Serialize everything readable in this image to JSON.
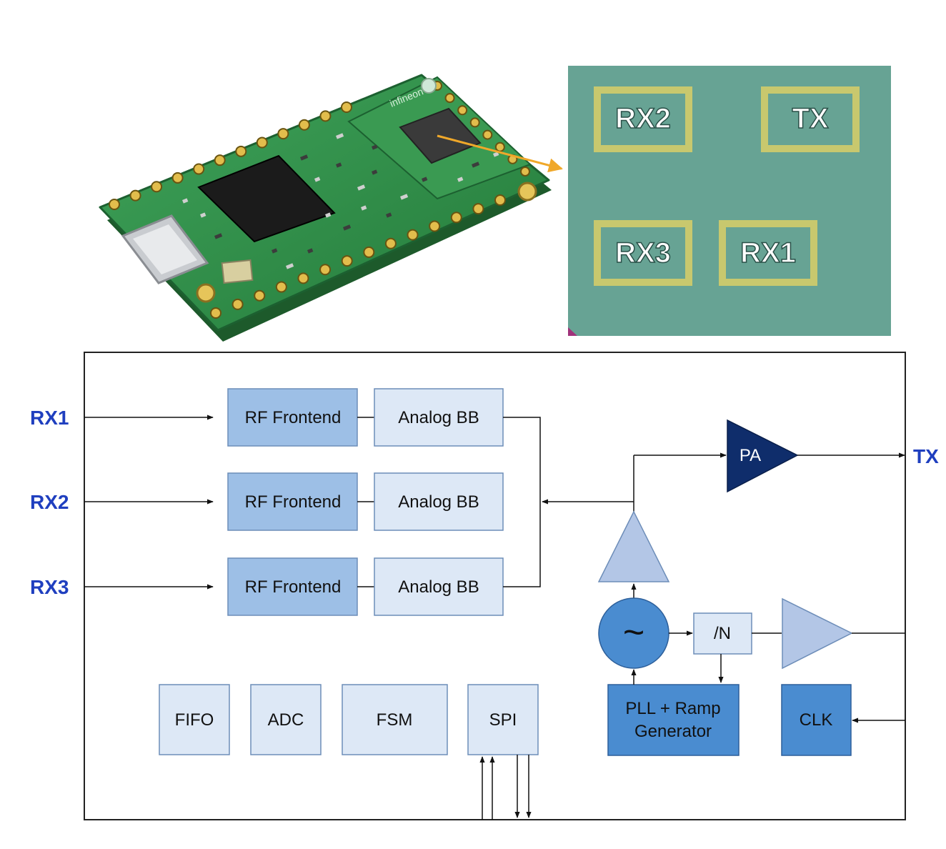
{
  "colors": {
    "pcb_green": "#2f8f4a",
    "chip_teal": "#67a394",
    "antenna_yellow": "#c8c86e",
    "pin_gold": "#d8b54a",
    "arrow_orange": "#f0a82a",
    "block_mid_blue": "#9dbfe6",
    "block_light_blue": "#dde8f6",
    "block_dark_blue": "#4a8cd0",
    "pa_navy": "#0f2d6b",
    "triangle_light": "#b3c6e6",
    "label_blue": "#1f3fbf"
  },
  "pcb": {
    "silkscreen": "infineon"
  },
  "antenna": {
    "labels": [
      "RX2",
      "TX",
      "RX3",
      "RX1"
    ]
  },
  "diagram": {
    "inputs": [
      "RX1",
      "RX2",
      "RX3"
    ],
    "output": "TX",
    "rf_frontend": "RF Frontend",
    "analog_bb": "Analog BB",
    "pa": "PA",
    "oscillator": "~",
    "divider": "/N",
    "pll_line1": "PLL + Ramp",
    "pll_line2": "Generator",
    "clk": "CLK",
    "fifo": "FIFO",
    "adc": "ADC",
    "fsm": "FSM",
    "spi": "SPI"
  }
}
